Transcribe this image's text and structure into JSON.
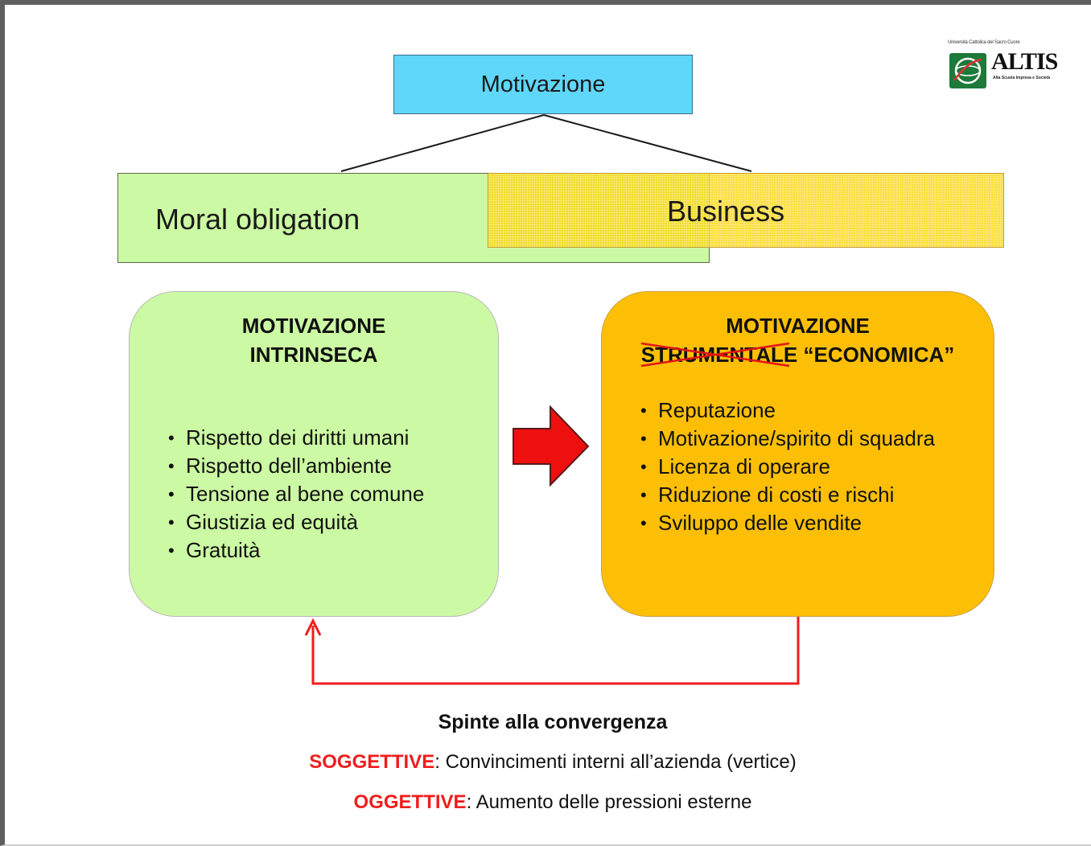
{
  "logo": {
    "caption": "Università Cattolica del Sacro Cuore",
    "name": "ALTIS",
    "subtitle": "Alta Scuola Impresa e Società",
    "colors": {
      "globe": "#1d7a3a"
    }
  },
  "top": {
    "label": "Motivazione"
  },
  "bands": {
    "moral": {
      "label": "Moral obligation"
    },
    "business": {
      "label": "Business"
    }
  },
  "left_card": {
    "title_line1": "MOTIVAZIONE",
    "title_line2": "INTRINSECA",
    "items": [
      "Rispetto dei diritti umani",
      "Rispetto dell’ambiente",
      "Tensione al bene comune",
      "Giustizia ed equità",
      "Gratuità"
    ]
  },
  "right_card": {
    "title_line1": "MOTIVAZIONE",
    "struck_word": "STRUMENTALE",
    "replacement_word": "“ECONOMICA”",
    "items": [
      "Reputazione",
      "Motivazione/spirito di squadra",
      "Licenza di operare",
      "Riduzione di costi e rischi",
      "Sviluppo delle vendite"
    ]
  },
  "footer": {
    "heading": "Spinte alla convergenza",
    "line1_keyword": "SOGGETTIVE",
    "line1_text": ": Convincimenti interni all’azienda (vertice)",
    "line2_keyword": "OGGETTIVE",
    "line2_text": ": Aumento delle pressioni esterne"
  },
  "colors": {
    "top_box": "#5fd7fb",
    "green": "#ccf9a3",
    "yellow": "#fad60f",
    "orange": "#fdbf06",
    "red": "#f01d1d"
  }
}
